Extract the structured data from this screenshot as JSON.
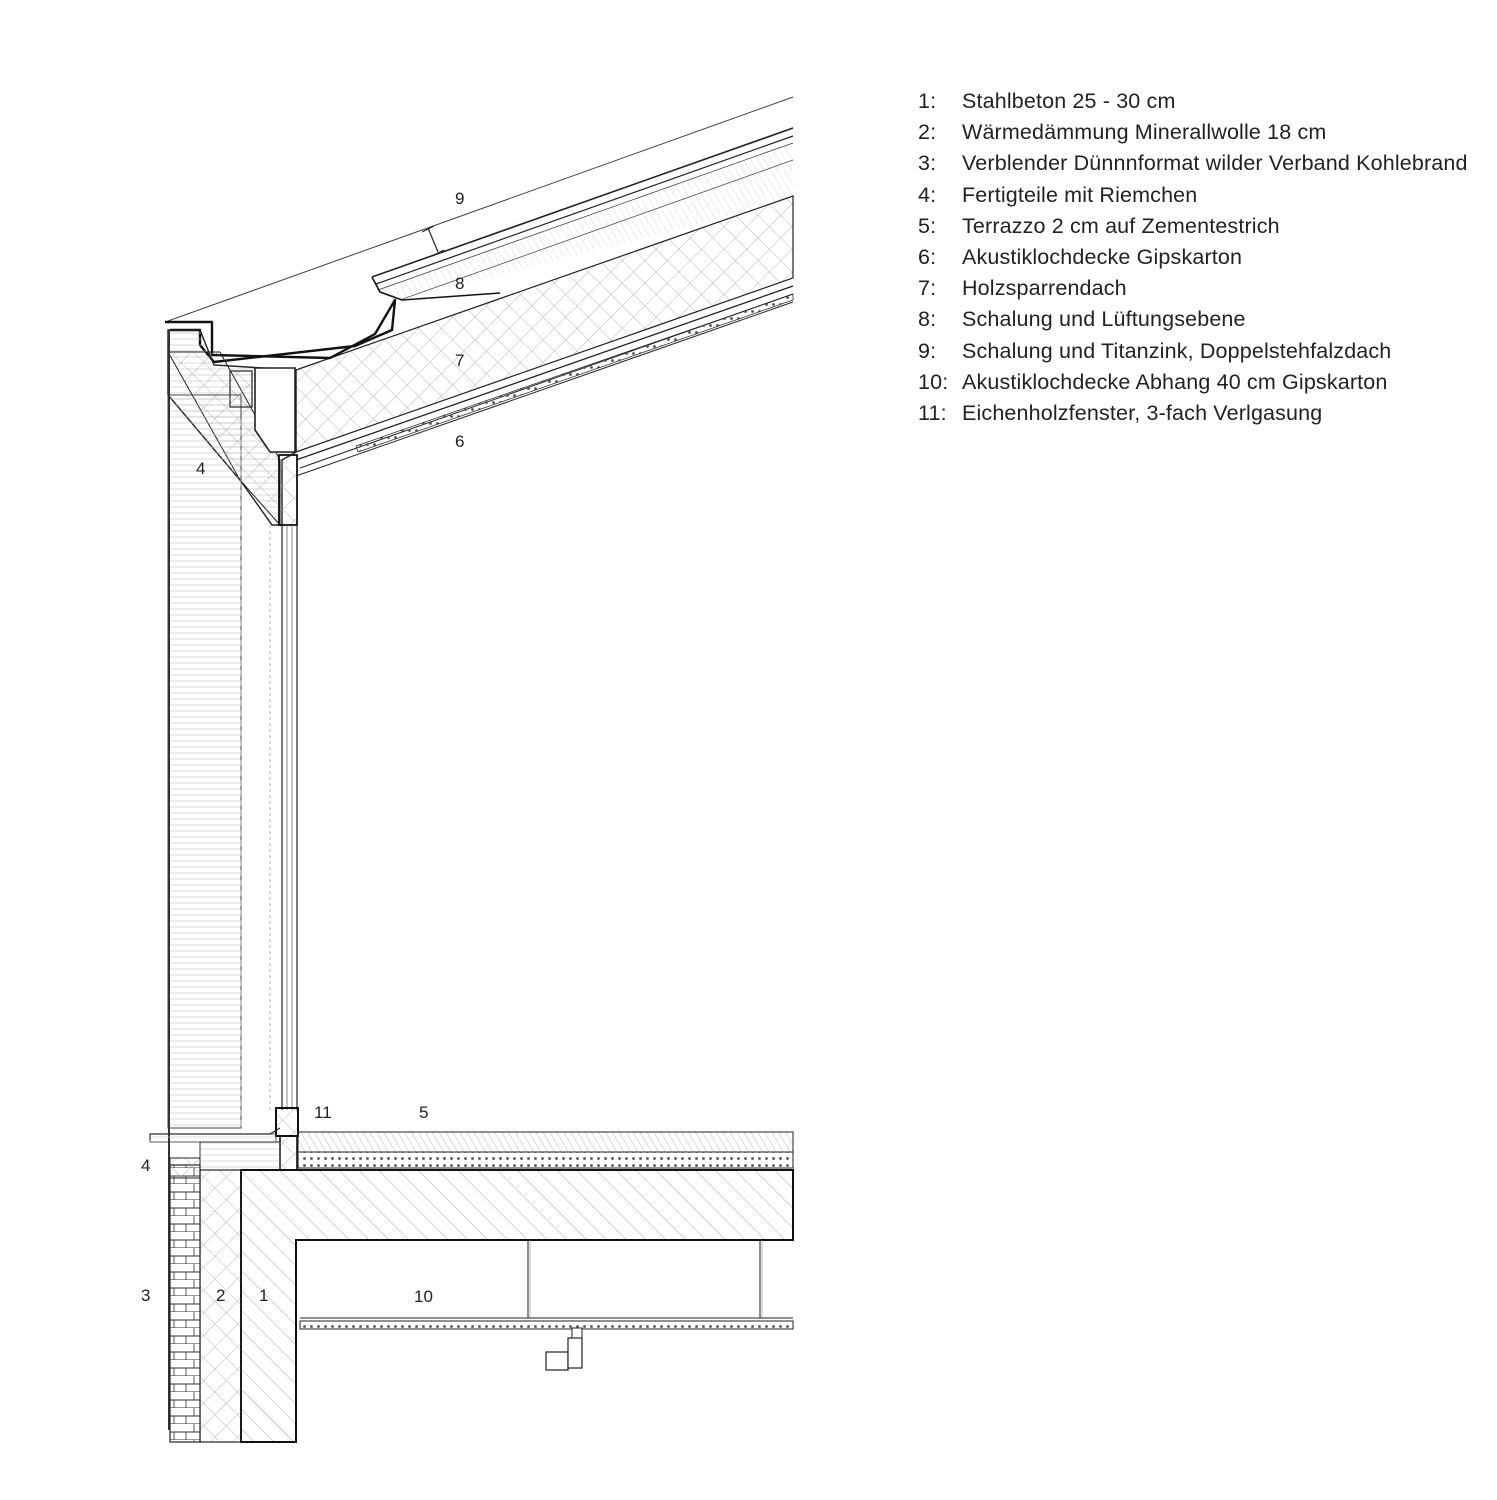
{
  "legend": [
    {
      "num": "1:",
      "text": "Stahlbeton 25 - 30 cm"
    },
    {
      "num": "2:",
      "text": "Wärmedämmung  Minerallwolle 18 cm"
    },
    {
      "num": "3:",
      "text": "Verblender Dünnnformat wilder Verband Kohlebrand"
    },
    {
      "num": "4:",
      "text": "Fertigteile mit Riemchen"
    },
    {
      "num": "5:",
      "text": "Terrazzo 2 cm auf Zementestrich"
    },
    {
      "num": "6:",
      "text": "Akustiklochdecke Gipskarton"
    },
    {
      "num": "7:",
      "text": "Holzsparrendach"
    },
    {
      "num": "8:",
      "text": "Schalung und Lüftungsebene"
    },
    {
      "num": "9:",
      "text": "Schalung und Titanzink, Doppelstehfalzdach"
    },
    {
      "num": "10:",
      "text": "Akustiklochdecke Abhang 40 cm Gipskarton"
    },
    {
      "num": "11:",
      "text": "Eichenholzfenster, 3-fach Verlgasung"
    }
  ],
  "callouts": {
    "c9": "9",
    "c8": "8",
    "c7": "7",
    "c6": "6",
    "c4_top": "4",
    "c11": "11",
    "c5": "5",
    "c4_bottom": "4",
    "c3": "3",
    "c2": "2",
    "c1": "1",
    "c10": "10"
  }
}
